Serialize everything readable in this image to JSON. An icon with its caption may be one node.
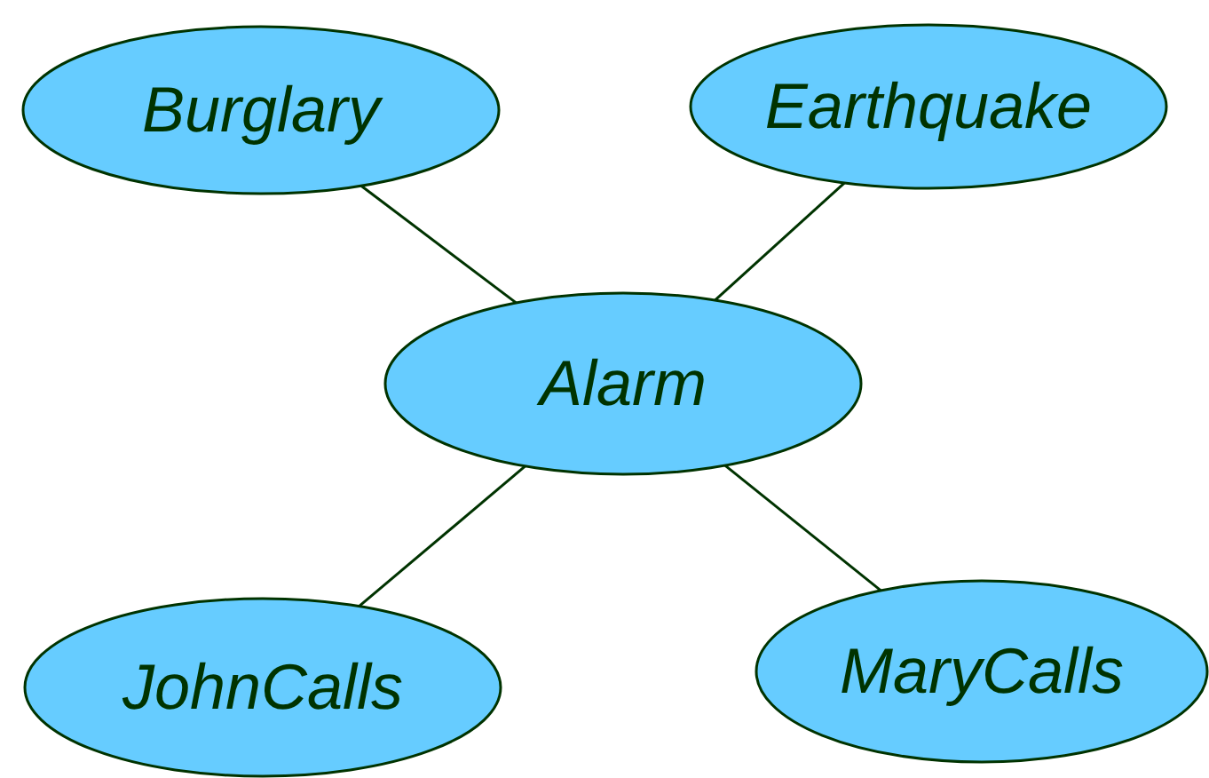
{
  "diagram": {
    "nodes": [
      {
        "text": [
          "Burglary"
        ]
      },
      {
        "text": [
          "Earthquake"
        ]
      },
      {
        "text": [
          "Alarm"
        ]
      },
      {
        "text": [
          "JohnCalls"
        ]
      },
      {
        "text": [
          "MaryCalls"
        ]
      }
    ],
    "edges": [
      {
        "from": 0,
        "to": 2,
        "arrow": "none"
      },
      {
        "from": 1,
        "to": 2,
        "arrow": "none"
      },
      {
        "from": 2,
        "to": 3,
        "arrow": "none"
      },
      {
        "from": 2,
        "to": 4,
        "arrow": "none"
      }
    ]
  }
}
